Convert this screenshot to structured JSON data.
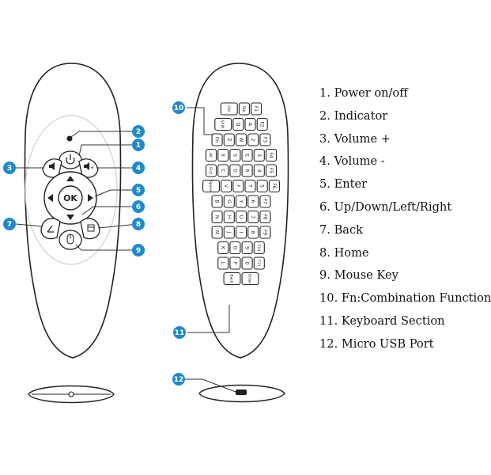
{
  "legend": [
    "1. Power on/off",
    "2. Indicator",
    "3. Volume +",
    "4. Volume -",
    "5. Enter",
    "6. Up/Down/Left/Right",
    "7. Back",
    "8. Home",
    "9. Mouse Key",
    "10. Fn:Combination Function",
    "11. Keyboard Section",
    "12. Micro USB Port"
  ],
  "callouts": [
    "1",
    "2",
    "3",
    "4",
    "5",
    "6",
    "7",
    "8",
    "9",
    "10",
    "11",
    "12"
  ],
  "ok_label": "OK",
  "colors": {
    "callout": "#1f8ac9",
    "outline": "#222222",
    "face_ring": "#cfcfcf"
  },
  "keyboard_rows": [
    [
      "Ctrl",
      "Tab",
      "F1"
    ],
    [
      "Shift",
      "Q",
      "A",
      "F2"
    ],
    [
      "Fn",
      "Z",
      "W",
      "2",
      "F3"
    ],
    [
      "Alt",
      "X",
      "S",
      "E",
      "3",
      "F4"
    ],
    [
      "End",
      "C",
      "D",
      "R",
      "4",
      "F5"
    ],
    [
      "Space",
      "V",
      "F",
      "T",
      "5",
      "F6"
    ],
    [
      "B",
      "G",
      "Y",
      "6",
      "F7"
    ],
    [
      "N",
      "H",
      "U",
      "7",
      "F8"
    ],
    [
      "M",
      "J",
      "I",
      "8",
      "F9"
    ],
    [
      "K",
      "O",
      "9",
      "F10"
    ],
    [
      "L",
      "P",
      "0",
      "F11"
    ],
    [
      "Back",
      "Enter"
    ]
  ]
}
